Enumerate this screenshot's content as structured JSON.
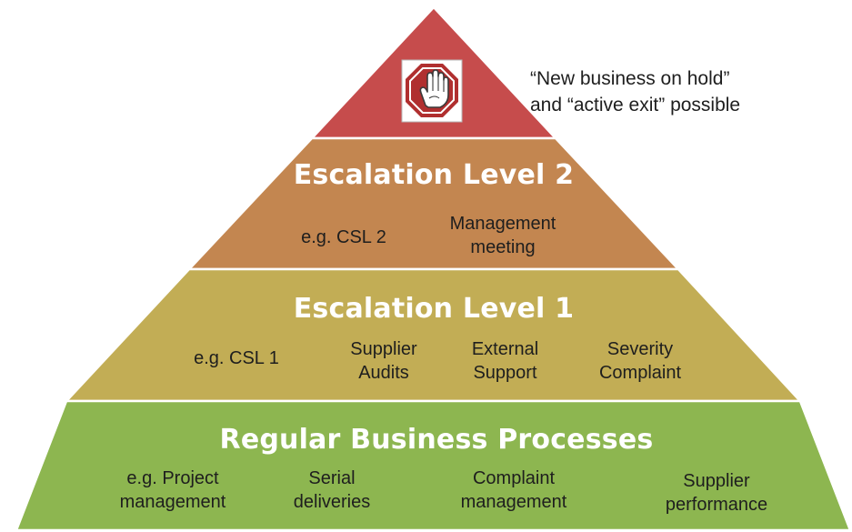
{
  "colors": {
    "apex": "#c64c4c",
    "level2": "#c38650",
    "level1": "#c2ad55",
    "base": "#8db650",
    "stop_octagon": "#b02f2f"
  },
  "apex": {
    "icon": "stop-hand-icon",
    "note_line1": "“New business on hold”",
    "note_line2": "and “active exit” possible"
  },
  "level2": {
    "title": "Escalation Level 2",
    "items": [
      "e.g. CSL 2",
      "Management meeting"
    ]
  },
  "level1": {
    "title": "Escalation Level 1",
    "items": [
      "e.g. CSL 1",
      "Supplier Audits",
      "External Support",
      "Severity Complaint"
    ]
  },
  "base": {
    "title": "Regular Business Processes",
    "items": [
      "e.g. Project management",
      "Serial deliveries",
      "Complaint management",
      "Supplier performance"
    ]
  }
}
